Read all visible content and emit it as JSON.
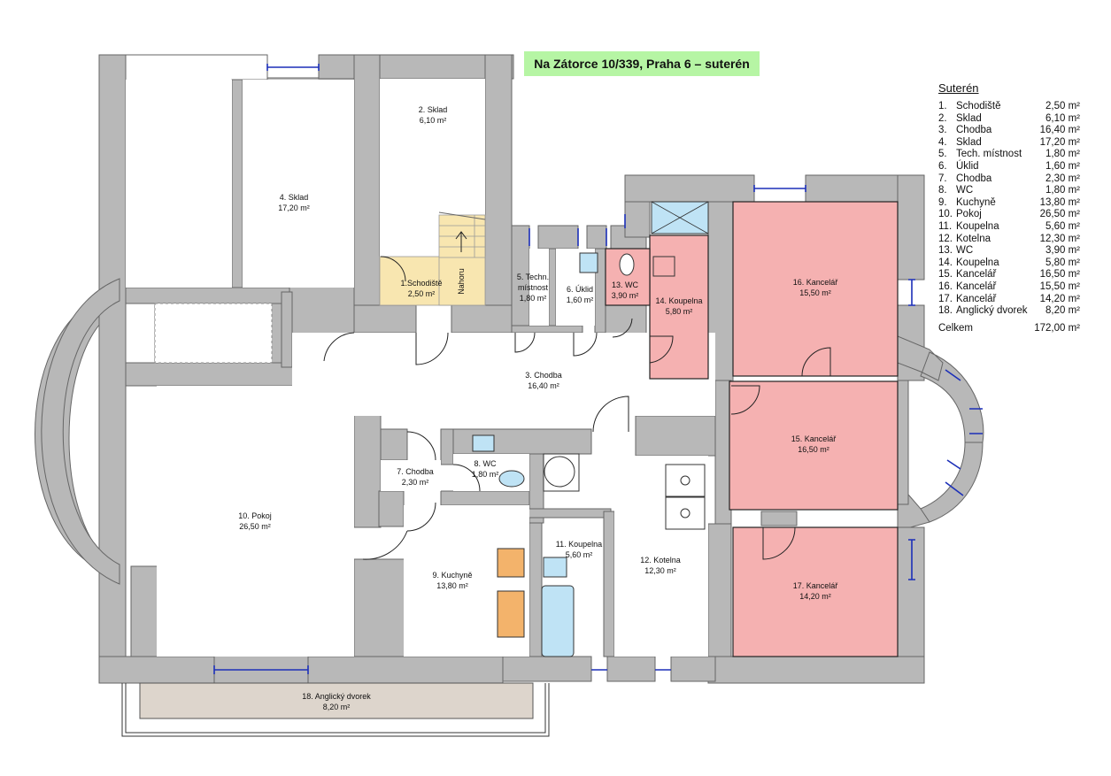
{
  "title": "Na Zátorce 10/339, Praha 6 – suterén",
  "colors": {
    "wall": "#b8b8b8",
    "office": "#f5b1b1",
    "stairs": "#f8e6b0",
    "courtyard": "#ddd5cc",
    "window": "#1c2fb8",
    "tile": "#bfe3f5"
  },
  "rooms": [
    {
      "id": "r1",
      "name": "1.Schodiště",
      "area": "2,50 m²"
    },
    {
      "id": "r2",
      "name": "2. Sklad",
      "area": "6,10 m²"
    },
    {
      "id": "r3",
      "name": "3. Chodba",
      "area": "16,40 m²"
    },
    {
      "id": "r4",
      "name": "4. Sklad",
      "area": "17,20 m²"
    },
    {
      "id": "r5",
      "name": "5. Techn.",
      "name2": "místnost",
      "area": "1,80 m²"
    },
    {
      "id": "r6",
      "name": "6. Úklid",
      "area": "1,60 m²"
    },
    {
      "id": "r7",
      "name": "7. Chodba",
      "area": "2,30 m²"
    },
    {
      "id": "r8",
      "name": "8. WC",
      "area": "1,80 m²"
    },
    {
      "id": "r9",
      "name": "9. Kuchyně",
      "area": "13,80 m²"
    },
    {
      "id": "r10",
      "name": "10. Pokoj",
      "area": "26,50 m²"
    },
    {
      "id": "r11",
      "name": "11. Koupelna",
      "area": "5,60 m²"
    },
    {
      "id": "r12",
      "name": "12. Kotelna",
      "area": "12,30 m²"
    },
    {
      "id": "r13",
      "name": "13. WC",
      "area": "3,90 m²"
    },
    {
      "id": "r14",
      "name": "14. Koupelna",
      "area": "5,80 m²"
    },
    {
      "id": "r15",
      "name": "15. Kancelář",
      "area": "16,50 m²"
    },
    {
      "id": "r16",
      "name": "16. Kancelář",
      "area": "15,50 m²"
    },
    {
      "id": "r17",
      "name": "17. Kancelář",
      "area": "14,20 m²"
    },
    {
      "id": "r18",
      "name": "18. Anglický dvorek",
      "area": "8,20 m²"
    }
  ],
  "stairs_label": "Nahoru",
  "legend": {
    "title": "Suterén",
    "rows": [
      {
        "num": "1.",
        "name": "Schodiště",
        "area": "2,50 m²"
      },
      {
        "num": "2.",
        "name": "Sklad",
        "area": "6,10 m²"
      },
      {
        "num": "3.",
        "name": "Chodba",
        "area": "16,40 m²"
      },
      {
        "num": "4.",
        "name": "Sklad",
        "area": "17,20 m²"
      },
      {
        "num": "5.",
        "name": "Tech. místnost",
        "area": "1,80 m²"
      },
      {
        "num": "6.",
        "name": "Úklid",
        "area": "1,60 m²"
      },
      {
        "num": "7.",
        "name": "Chodba",
        "area": "2,30 m²"
      },
      {
        "num": "8.",
        "name": "WC",
        "area": "1,80 m²"
      },
      {
        "num": "9.",
        "name": "Kuchyně",
        "area": "13,80 m²"
      },
      {
        "num": "10.",
        "name": "Pokoj",
        "area": "26,50 m²"
      },
      {
        "num": "11.",
        "name": "Koupelna",
        "area": "5,60 m²"
      },
      {
        "num": "12.",
        "name": "Kotelna",
        "area": "12,30 m²"
      },
      {
        "num": "13.",
        "name": "WC",
        "area": "3,90 m²"
      },
      {
        "num": "14.",
        "name": "Koupelna",
        "area": "5,80 m²"
      },
      {
        "num": "15.",
        "name": "Kancelář",
        "area": "16,50 m²"
      },
      {
        "num": "16.",
        "name": "Kancelář",
        "area": "15,50 m²"
      },
      {
        "num": "17.",
        "name": "Kancelář",
        "area": "14,20 m²"
      },
      {
        "num": "18.",
        "name": "Anglický dvorek",
        "area": "8,20 m²"
      }
    ],
    "total_label": "Celkem",
    "total_area": "172,00 m²"
  }
}
